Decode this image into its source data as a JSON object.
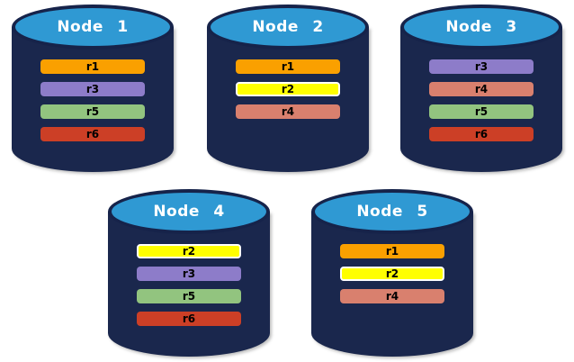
{
  "diagram": {
    "description": "Five database node cylinders showing replica placement",
    "nodes": [
      {
        "label": "Node 1",
        "replicas": [
          "r1",
          "r3",
          "r5",
          "r6"
        ]
      },
      {
        "label": "Node 2",
        "replicas": [
          "r1",
          "r2",
          "r4"
        ]
      },
      {
        "label": "Node 3",
        "replicas": [
          "r3",
          "r4",
          "r5",
          "r6"
        ]
      },
      {
        "label": "Node 4",
        "replicas": [
          "r2",
          "r3",
          "r5",
          "r6"
        ]
      },
      {
        "label": "Node 5",
        "replicas": [
          "r1",
          "r2",
          "r4"
        ]
      }
    ],
    "replica_colors": {
      "r1": "#FAA000",
      "r2": "#FFFF00",
      "r3": "#8D7CC9",
      "r4": "#D9806E",
      "r5": "#92C47F",
      "r6": "#CC3F26"
    },
    "highlighted_replicas": [
      "r2"
    ],
    "colors": {
      "background": "#FFFFFF",
      "cylinder_body": "#1A274D",
      "cylinder_top": "#2F99D3",
      "cylinder_rim": "#16234A",
      "node_label_text": "#FFFFFF",
      "replica_label_text": "#000000",
      "highlight_border": "#FFFFFF"
    }
  }
}
